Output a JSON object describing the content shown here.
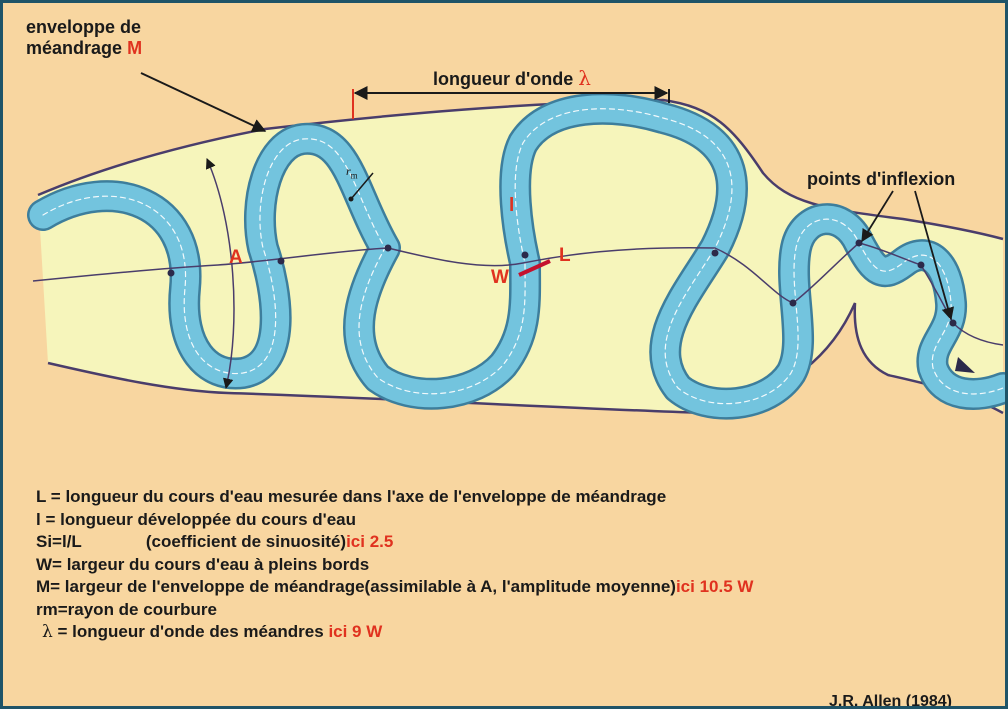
{
  "labels": {
    "envelope_line1": "enveloppe de",
    "envelope_line2": "méandrage",
    "envelope_symbol": "M",
    "wavelength": "longueur d'onde",
    "wavelength_symbol": "λ",
    "inflection_points": "points d'inflexion",
    "amplitude_symbol": "A",
    "developed_length_symbol": "l",
    "axis_length_symbol": "L",
    "width_symbol": "W",
    "radius_symbol": "r",
    "radius_subscript": "m"
  },
  "legend": {
    "line1": "L = longueur du cours d'eau mesurée dans l'axe de l'enveloppe de méandrage",
    "line2": "l = longueur développée du cours d'eau",
    "line3_a": "Si=l/L",
    "line3_b": "(coefficient de sinuosité)",
    "line3_value": "ici 2.5",
    "line4": "W= largeur du cours d'eau à pleins bords",
    "line5": "M= largeur de l'enveloppe de méandrage(assimilable à A, l'amplitude moyenne)",
    "line5_value": "ici 10.5 W",
    "line6": "rm=rayon de courbure",
    "line7_symbol": "λ",
    "line7": "= longueur d'onde des méandres",
    "line7_value": "ici 9 W"
  },
  "credit": "J.R. Allen (1984)",
  "colors": {
    "background": "#f8d6a0",
    "belt_fill": "#f6f5bb",
    "river": "#73c4de",
    "river_edge": "#3d7e9c",
    "outline": "#4a3d6b",
    "accent_red": "#e0321f",
    "frame": "#1f5468"
  }
}
